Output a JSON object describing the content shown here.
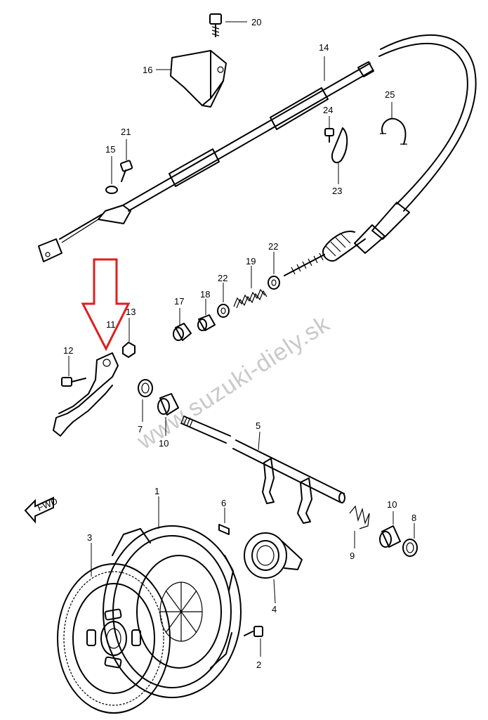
{
  "watermark": "www.suzuki-diely.sk",
  "front_mark": "FWD",
  "highlight_color": "#e01e1e",
  "callouts": {
    "p1": "1",
    "p2": "2",
    "p3": "3",
    "p4": "4",
    "p5": "5",
    "p6": "6",
    "p7": "7",
    "p8": "8",
    "p9": "9",
    "p10a": "10",
    "p10b": "10",
    "p11": "11",
    "p12": "12",
    "p13": "13",
    "p14": "14",
    "p15": "15",
    "p16": "16",
    "p17": "17",
    "p18": "18",
    "p19": "19",
    "p20": "20",
    "p21": "21",
    "p22a": "22",
    "p22b": "22",
    "p23": "23",
    "p24": "24",
    "p25": "25"
  }
}
